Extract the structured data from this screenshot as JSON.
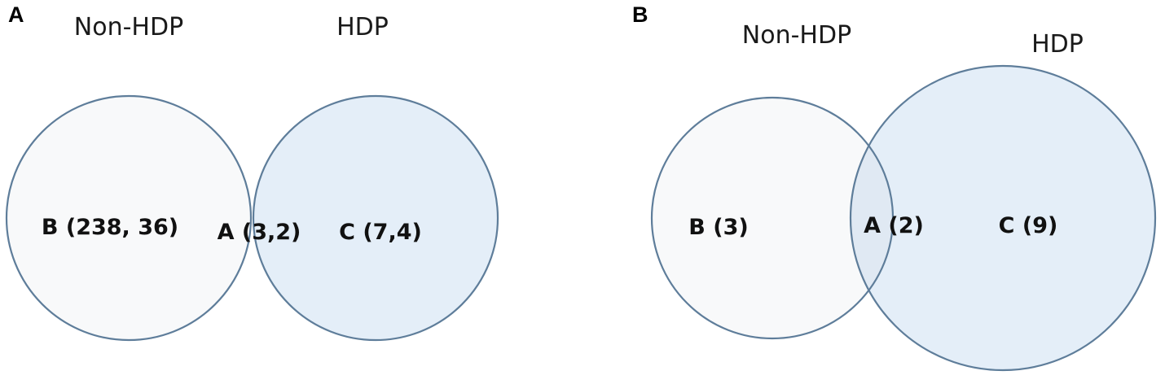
{
  "colors": {
    "left_fill": "#f8f9fa",
    "right_fill": "#e4eef8",
    "overlap_fill_a": "#dfe5ef",
    "overlap_fill_b": "#e0e9f3",
    "stroke": "#5e7d9a"
  },
  "panels": [
    {
      "letter": "A",
      "left_title": "Non-HDP",
      "right_title": "HDP",
      "regions": {
        "left_only": "B (238, 36)",
        "overlap": "A (3,2)",
        "right_only": "C (7,4)"
      }
    },
    {
      "letter": "B",
      "left_title": "Non-HDP",
      "right_title": "HDP",
      "regions": {
        "left_only": "B (3)",
        "overlap": "A (2)",
        "right_only": "C (9)"
      }
    }
  ]
}
